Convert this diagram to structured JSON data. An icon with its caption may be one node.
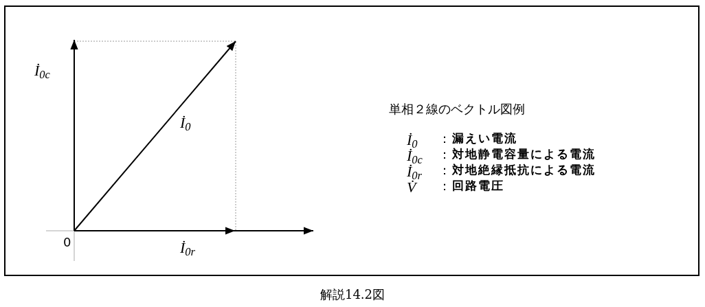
{
  "diagram": {
    "caption": "解説14.2図",
    "labels": [
      "İ$_{0c}$",
      "İ$_{0}$",
      "0",
      "İ$_{0r}$",
      "単相２線のベクトル図例",
      "İ$_{0}$",
      "：",
      "漏えい電流",
      "İ$_{0c}$",
      "：",
      "対地静電容量による電流",
      "İ$_{0r}$",
      "：",
      "対地絶縁抵抗による電流",
      "V̇",
      "：",
      "回路電圧"
    ]
  }
}
